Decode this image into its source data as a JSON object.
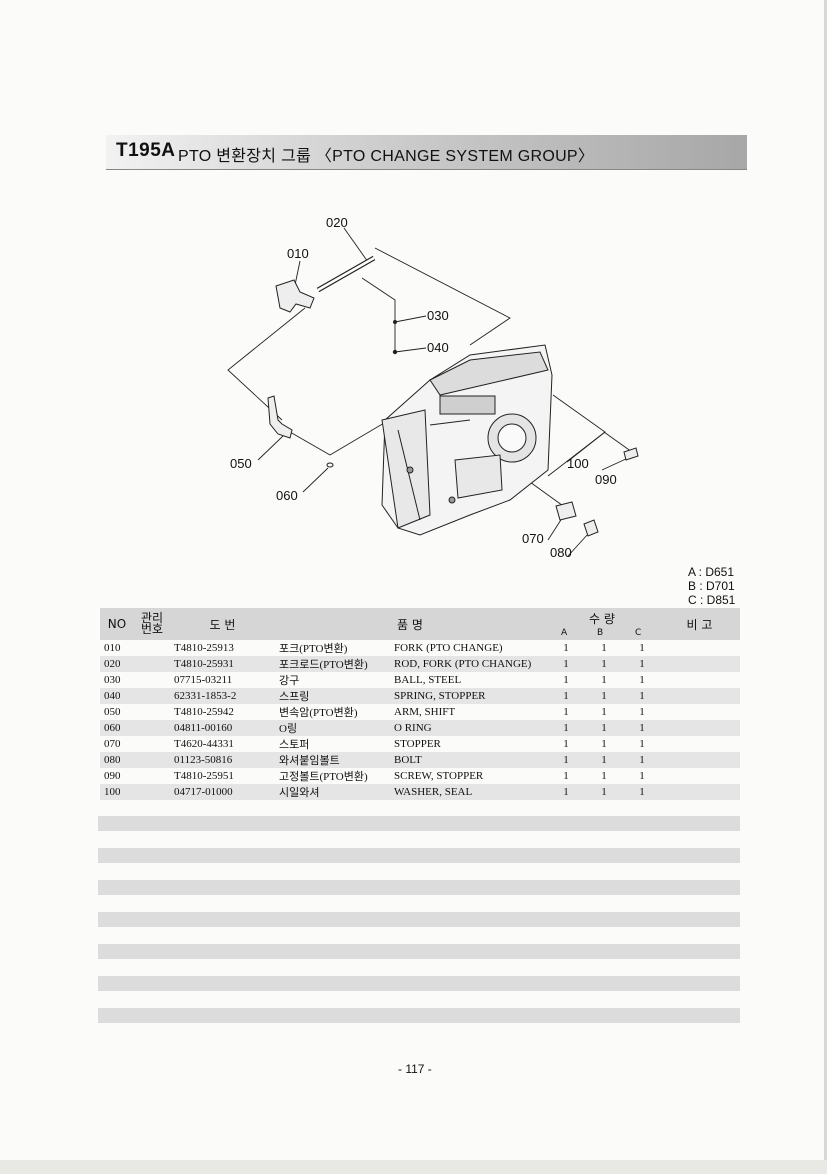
{
  "header": {
    "code": "T195A",
    "title": "PTO 변환장치 그룹 〈PTO CHANGE SYSTEM GROUP〉"
  },
  "diagram_callouts": [
    "010",
    "020",
    "030",
    "040",
    "050",
    "060",
    "070",
    "080",
    "090",
    "100"
  ],
  "model_legend": [
    "A : D651",
    "B : D701",
    "C : D851"
  ],
  "table": {
    "headers": {
      "no": "NO",
      "mgmt_no": "관리 번호",
      "part_no": "도   번",
      "name": "품          명",
      "qty": "수   량",
      "qty_a": "A",
      "qty_b": "B",
      "qty_c": "C",
      "remarks": "비 고"
    },
    "rows": [
      {
        "no": "010",
        "part_no": "T4810-25913",
        "name_kr": "포크(PTO변환)",
        "name_en": "FORK (PTO CHANGE)",
        "qa": "1",
        "qb": "1",
        "qc": "1",
        "remark": ""
      },
      {
        "no": "020",
        "part_no": "T4810-25931",
        "name_kr": "포크로드(PTO변환)",
        "name_en": "ROD, FORK (PTO CHANGE)",
        "qa": "1",
        "qb": "1",
        "qc": "1",
        "remark": ""
      },
      {
        "no": "030",
        "part_no": "07715-03211",
        "name_kr": "강구",
        "name_en": "BALL, STEEL",
        "qa": "1",
        "qb": "1",
        "qc": "1",
        "remark": ""
      },
      {
        "no": "040",
        "part_no": "62331-1853-2",
        "name_kr": "스프링",
        "name_en": "SPRING, STOPPER",
        "qa": "1",
        "qb": "1",
        "qc": "1",
        "remark": ""
      },
      {
        "no": "050",
        "part_no": "T4810-25942",
        "name_kr": "변속암(PTO변환)",
        "name_en": "ARM, SHIFT",
        "qa": "1",
        "qb": "1",
        "qc": "1",
        "remark": ""
      },
      {
        "no": "060",
        "part_no": "04811-00160",
        "name_kr": "O링",
        "name_en": "O RING",
        "qa": "1",
        "qb": "1",
        "qc": "1",
        "remark": ""
      },
      {
        "no": "070",
        "part_no": "T4620-44331",
        "name_kr": "스토퍼",
        "name_en": "STOPPER",
        "qa": "1",
        "qb": "1",
        "qc": "1",
        "remark": ""
      },
      {
        "no": "080",
        "part_no": "01123-50816",
        "name_kr": "와셔붙임볼트",
        "name_en": "BOLT",
        "qa": "1",
        "qb": "1",
        "qc": "1",
        "remark": ""
      },
      {
        "no": "090",
        "part_no": "T4810-25951",
        "name_kr": "고정볼트(PTO변환)",
        "name_en": "SCREW, STOPPER",
        "qa": "1",
        "qb": "1",
        "qc": "1",
        "remark": ""
      },
      {
        "no": "100",
        "part_no": "04717-01000",
        "name_kr": "시일와셔",
        "name_en": "WASHER, SEAL",
        "qa": "1",
        "qb": "1",
        "qc": "1",
        "remark": ""
      }
    ]
  },
  "page_number": "- 117 -"
}
